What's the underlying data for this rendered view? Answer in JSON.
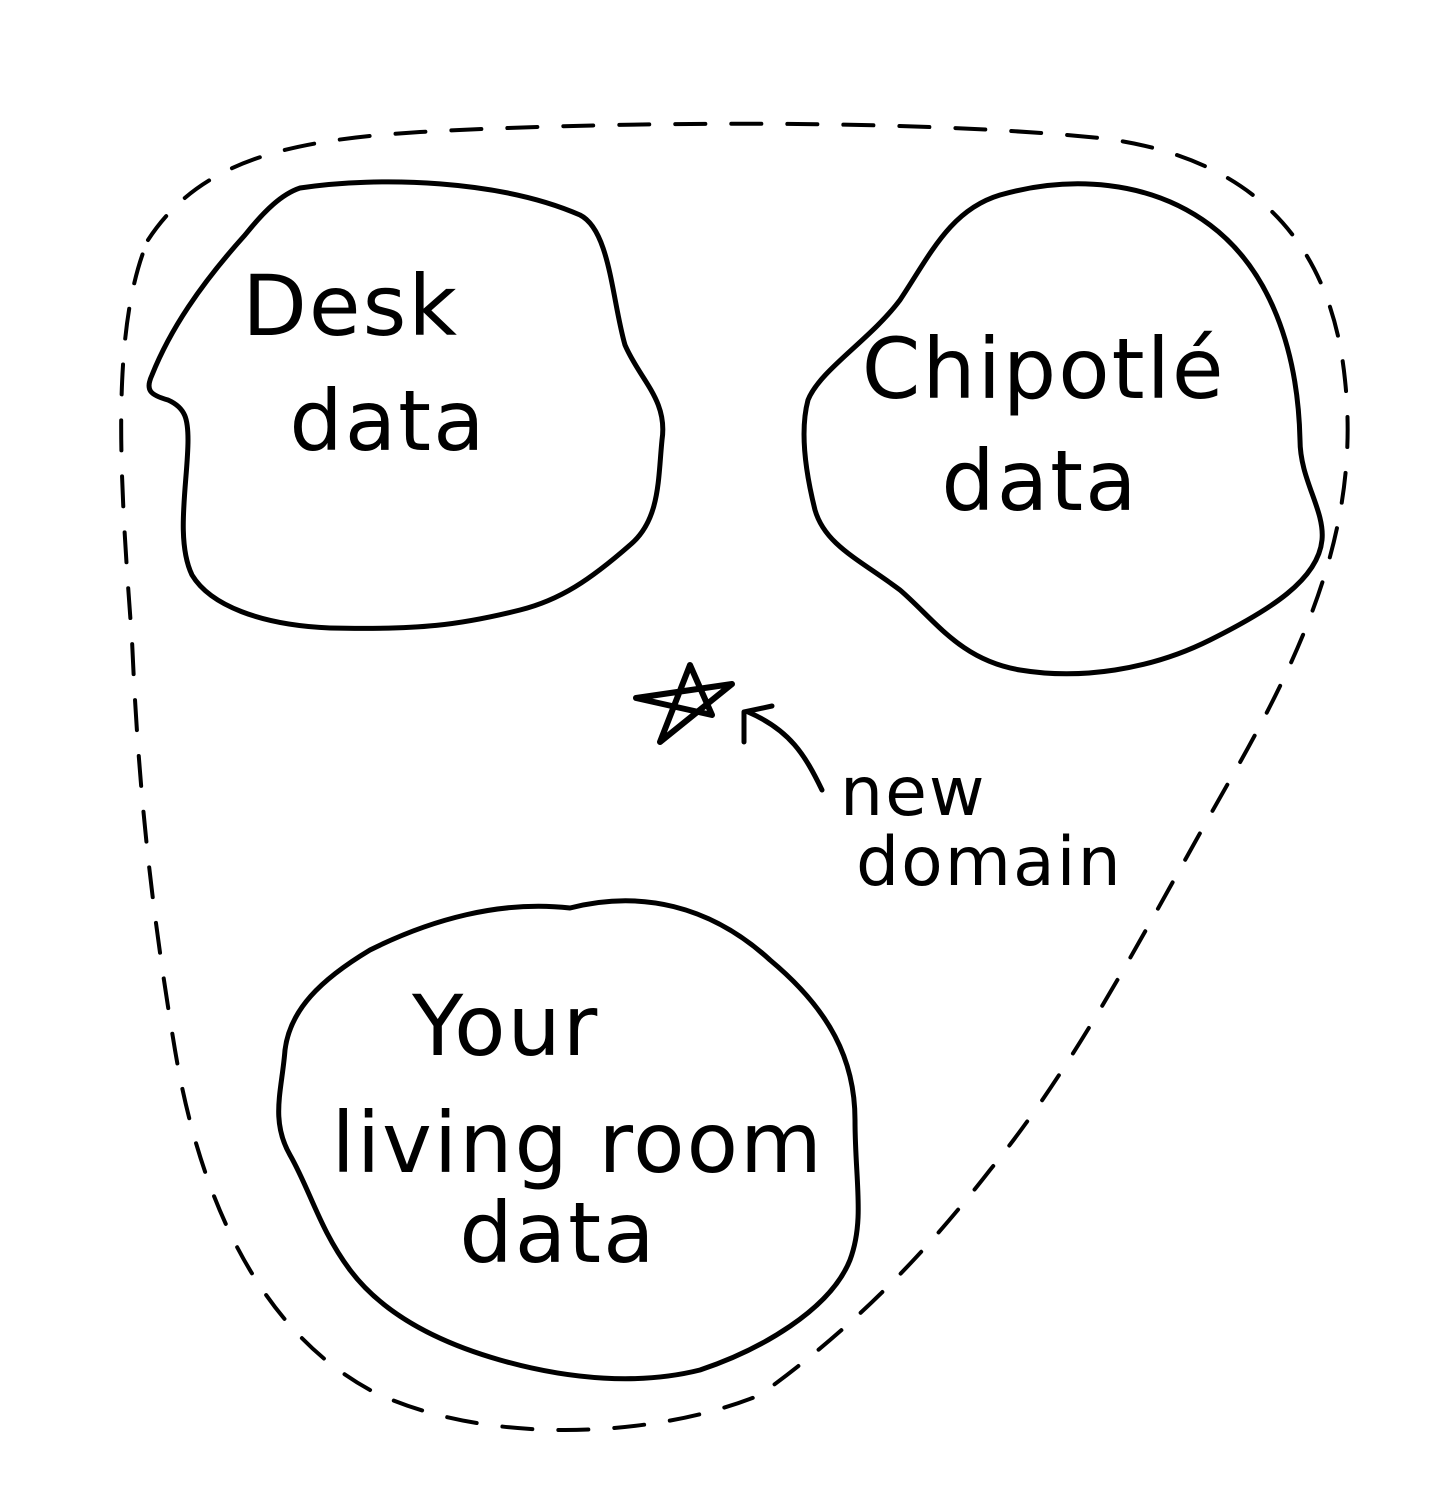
{
  "colors": {
    "ink": "#000000",
    "background": "#ffffff"
  },
  "boundary": {
    "style": "dashed"
  },
  "regions": [
    {
      "id": "desk",
      "lines": [
        "Desk",
        "data"
      ]
    },
    {
      "id": "chipotle",
      "lines": [
        "Chipotlé",
        "data"
      ]
    },
    {
      "id": "living-room",
      "lines": [
        "Your",
        "living room",
        "data"
      ]
    }
  ],
  "marker": {
    "icon": "star-icon",
    "annotation_lines": [
      "new",
      "domain"
    ]
  }
}
